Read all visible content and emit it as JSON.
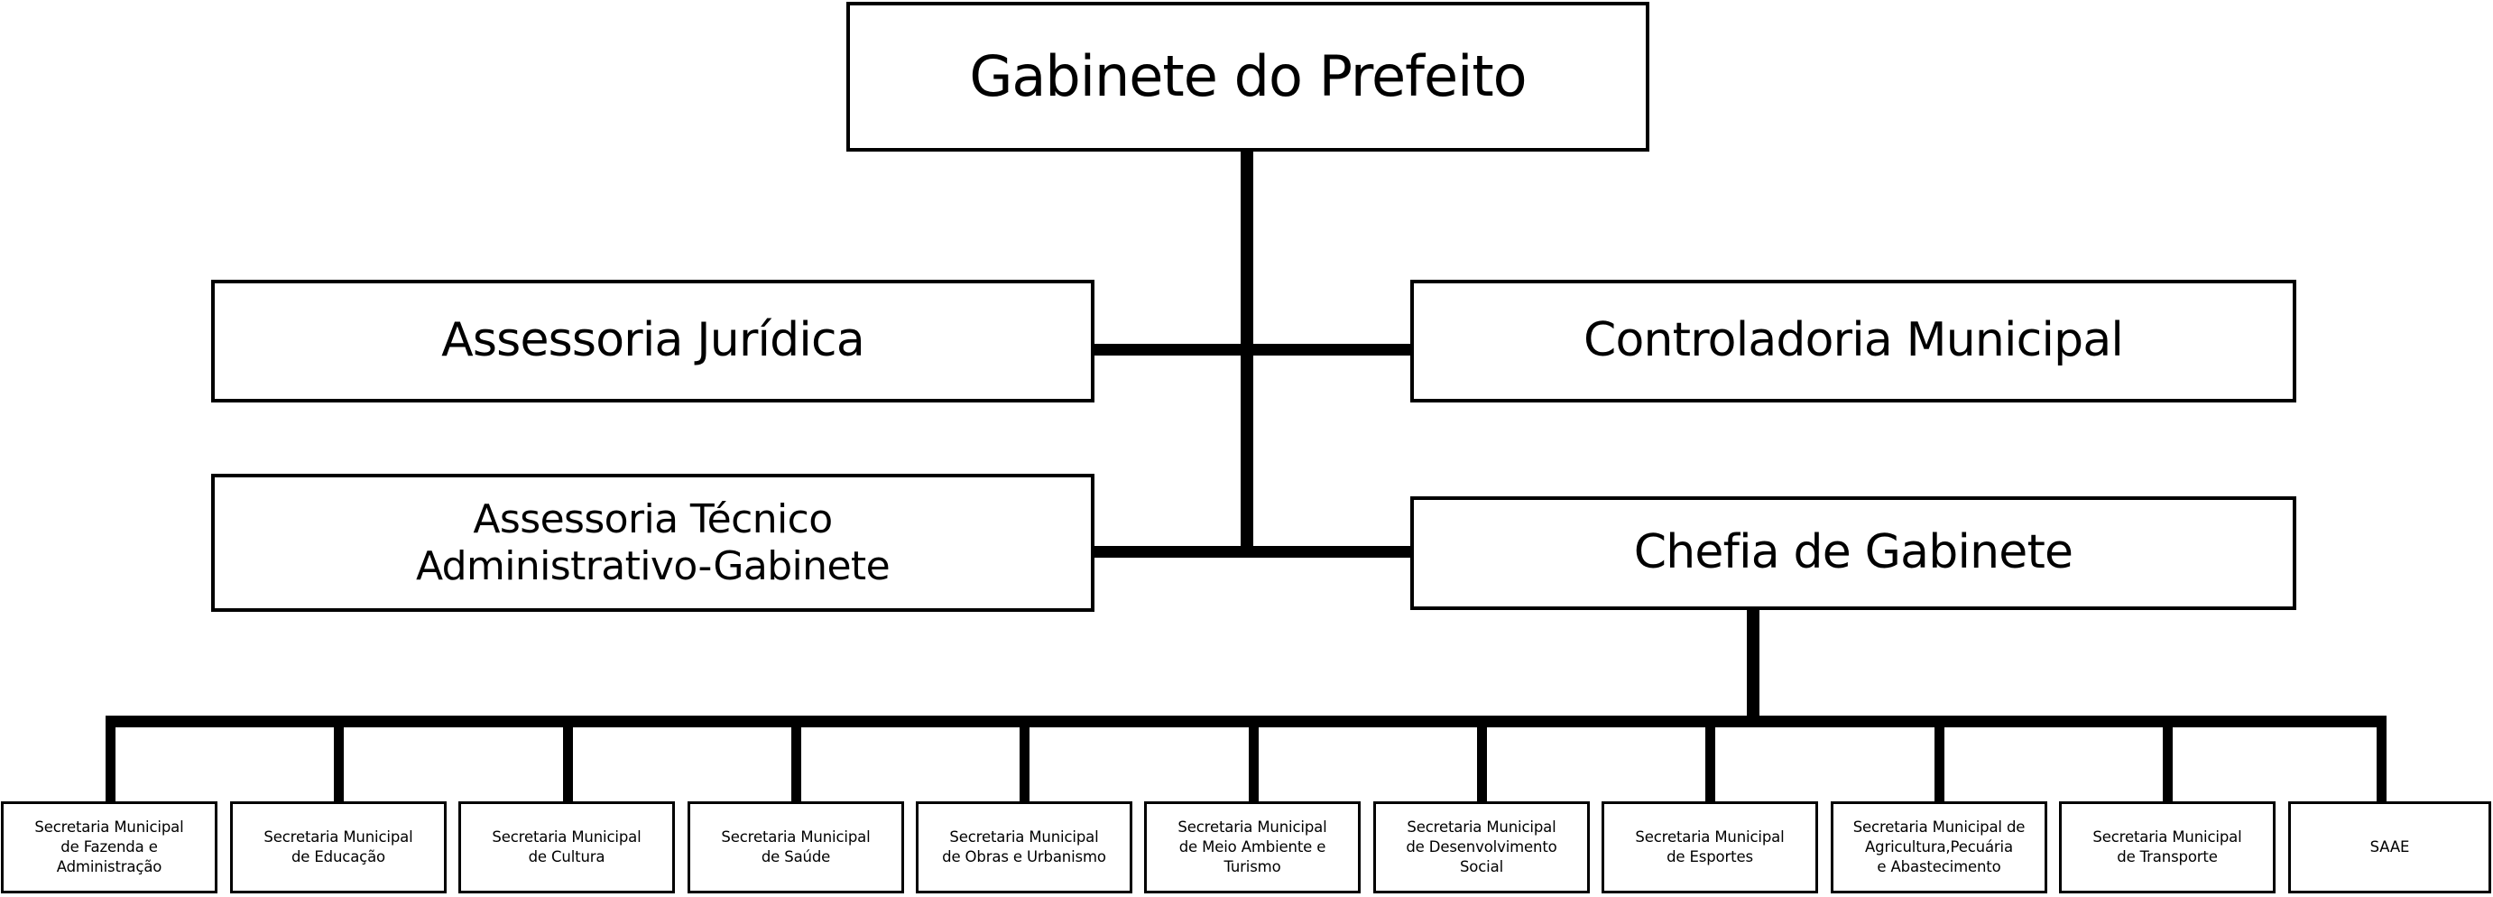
{
  "chart_data": {
    "type": "diagram",
    "diagram_kind": "organizational-chart",
    "title": "Gabinete do Prefeito",
    "language": "pt-BR",
    "orientation": "top-down",
    "colors": {
      "background": "#ffffff",
      "box_fill": "#ffffff",
      "box_border": "#000000",
      "connector": "#000000",
      "text": "#000000"
    },
    "levels": [
      {
        "level": 1,
        "nodes": [
          "Gabinete do Prefeito"
        ]
      },
      {
        "level": 2,
        "nodes": [
          "Assessoria Jurídica",
          "Controladoria Municipal"
        ]
      },
      {
        "level": 3,
        "nodes": [
          "Assessoria Técnico Administrativo-Gabinete",
          "Chefia de Gabinete"
        ]
      },
      {
        "level": 4,
        "nodes": [
          "Secretaria Municipal de Fazenda e Administração",
          "Secretaria Municipal de Educação",
          "Secretaria Municipal de Cultura",
          "Secretaria Municipal de Saúde",
          "Secretaria Municipal de Obras e Urbanismo",
          "Secretaria Municipal de Meio Ambiente e Turismo",
          "Secretaria Municipal de Desenvolvimento Social",
          "Secretaria Municipal de Esportes",
          "Secretaria Municipal de Agricultura,Pecuária e Abastecimento",
          "Secretaria Municipal de Transporte",
          "SAAE"
        ]
      }
    ],
    "edges": [
      {
        "from": "Gabinete do Prefeito",
        "to": "Assessoria Jurídica"
      },
      {
        "from": "Gabinete do Prefeito",
        "to": "Controladoria Municipal"
      },
      {
        "from": "Gabinete do Prefeito",
        "to": "Assessoria Técnico Administrativo-Gabinete"
      },
      {
        "from": "Gabinete do Prefeito",
        "to": "Chefia de Gabinete"
      },
      {
        "from": "Chefia de Gabinete",
        "to": "Secretaria Municipal de Fazenda e Administração"
      },
      {
        "from": "Chefia de Gabinete",
        "to": "Secretaria Municipal de Educação"
      },
      {
        "from": "Chefia de Gabinete",
        "to": "Secretaria Municipal de Cultura"
      },
      {
        "from": "Chefia de Gabinete",
        "to": "Secretaria Municipal de Saúde"
      },
      {
        "from": "Chefia de Gabinete",
        "to": "Secretaria Municipal de Obras e Urbanismo"
      },
      {
        "from": "Chefia de Gabinete",
        "to": "Secretaria Municipal de Meio Ambiente e Turismo"
      },
      {
        "from": "Chefia de Gabinete",
        "to": "Secretaria Municipal de Desenvolvimento Social"
      },
      {
        "from": "Chefia de Gabinete",
        "to": "Secretaria Municipal de Esportes"
      },
      {
        "from": "Chefia de Gabinete",
        "to": "Secretaria Municipal de Agricultura,Pecuária e Abastecimento"
      },
      {
        "from": "Chefia de Gabinete",
        "to": "Secretaria Municipal de Transporte"
      },
      {
        "from": "Chefia de Gabinete",
        "to": "SAAE"
      }
    ]
  },
  "root": {
    "label": "Gabinete do Prefeito"
  },
  "row2": {
    "left": {
      "label": "Assessoria Jurídica"
    },
    "right": {
      "label": "Controladoria Municipal"
    }
  },
  "row3": {
    "left": {
      "label": "Assessoria Técnico\nAdministrativo-Gabinete"
    },
    "right": {
      "label": "Chefia de Gabinete"
    }
  },
  "departments": [
    {
      "label": "Secretaria Municipal\nde Fazenda e\nAdministração"
    },
    {
      "label": "Secretaria Municipal\nde Educação"
    },
    {
      "label": "Secretaria Municipal\nde Cultura"
    },
    {
      "label": "Secretaria Municipal\nde Saúde"
    },
    {
      "label": "Secretaria Municipal\nde Obras e Urbanismo"
    },
    {
      "label": "Secretaria Municipal\nde Meio Ambiente e\nTurismo"
    },
    {
      "label": "Secretaria Municipal\nde Desenvolvimento\nSocial"
    },
    {
      "label": "Secretaria Municipal\nde Esportes"
    },
    {
      "label": "Secretaria Municipal de\nAgricultura,Pecuária\ne Abastecimento"
    },
    {
      "label": "Secretaria Municipal\nde Transporte"
    },
    {
      "label": "SAAE"
    }
  ]
}
